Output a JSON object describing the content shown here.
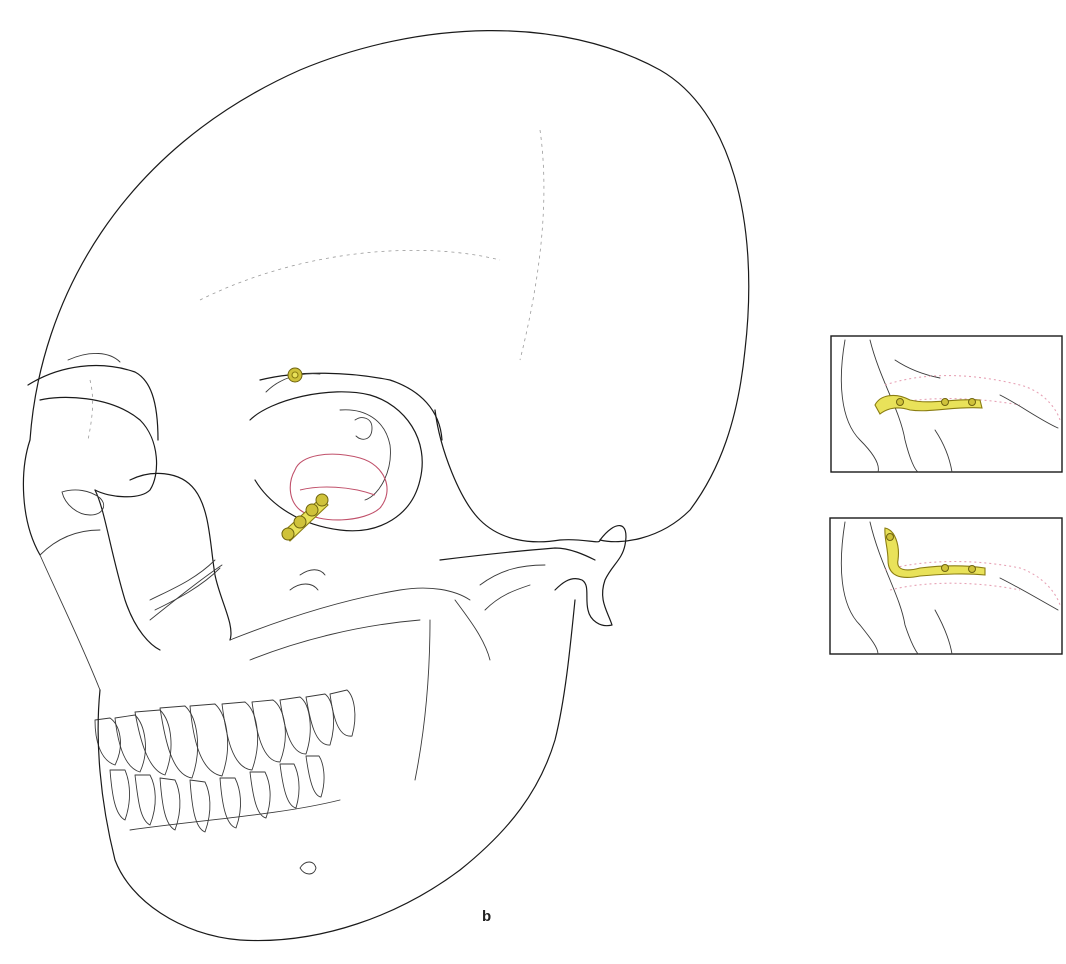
{
  "figure": {
    "panel_label": "b",
    "colors": {
      "line": "#1a1a1a",
      "implant": "#e9e25a",
      "implant_outline": "#8a7d12",
      "orbital_floor": "#c0506a",
      "inset_detail": "#e7a3b6"
    },
    "elements": {
      "main": "skull-illustration",
      "insets": [
        "zygomatic-arch-inset-1",
        "zygomatic-arch-inset-2"
      ]
    }
  }
}
